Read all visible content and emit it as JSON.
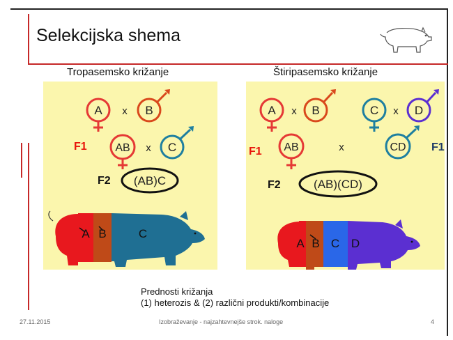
{
  "title": "Selekcijska shema",
  "left": {
    "subtitle": "Tropasemsko križanje",
    "a": "A",
    "x1": "x",
    "b": "B",
    "f1": "F1",
    "ab": "AB",
    "x2": "x",
    "c": "C",
    "f2": "F2",
    "abc": "(AB)C",
    "pig_a": "A",
    "pig_b": "B",
    "pig_c": "C"
  },
  "right": {
    "subtitle": "Štiripasemsko križanje",
    "a": "A",
    "x1": "x",
    "b": "B",
    "c": "C",
    "x2": "x",
    "d": "D",
    "f1_left": "F1",
    "ab": "AB",
    "x3": "x",
    "cd": "CD",
    "f1_right": "F1",
    "f2": "F2",
    "abcd": "(AB)(CD)",
    "pig_a": "A",
    "pig_b": "B",
    "pig_c": "C",
    "pig_d": "D"
  },
  "notes": {
    "line1": "Prednosti križanja",
    "line2": "(1) heterozis & (2) različni produkti/kombinacije"
  },
  "footer": {
    "date": "27.11.2015",
    "center": "Izobraževanje - najzahtevnejše strok. naloge",
    "page": "4"
  },
  "colors": {
    "accent_red": "#c62828",
    "female_red": "#e53935",
    "male_orange": "#d9481c",
    "teal": "#1e7fa0",
    "purple": "#5b2fd1",
    "panel_yellow": "#fbf6ad",
    "f1_red": "#e8160c",
    "f1_navy": "#1d3a66"
  },
  "icons": [
    "pig-icon",
    "female-symbol",
    "male-symbol"
  ]
}
